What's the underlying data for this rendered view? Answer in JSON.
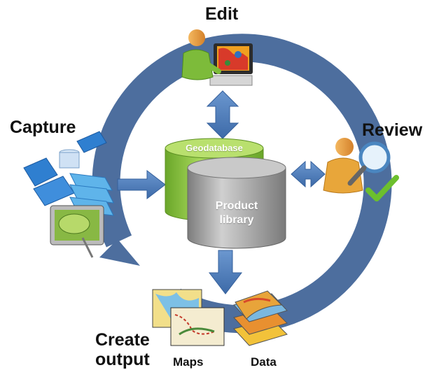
{
  "labels": {
    "edit": "Edit",
    "capture": "Capture",
    "review": "Review",
    "create_line1": "Create",
    "create_line2": "output",
    "maps": "Maps",
    "data": "Data"
  },
  "cylinders": {
    "back": "Geodatabase",
    "front_line1": "Product",
    "front_line2": "library"
  },
  "colors": {
    "ring": "#4a6a9a",
    "arrow": "#4a78b4",
    "geodatabase": "#8cc63f",
    "product_library": "#a8a8a8"
  },
  "icons": [
    "person-at-computer-icon",
    "satellite-imagery-icon",
    "reviewer-magnifier-icon",
    "map-sheets-icon",
    "data-layers-icon",
    "check-icon"
  ]
}
